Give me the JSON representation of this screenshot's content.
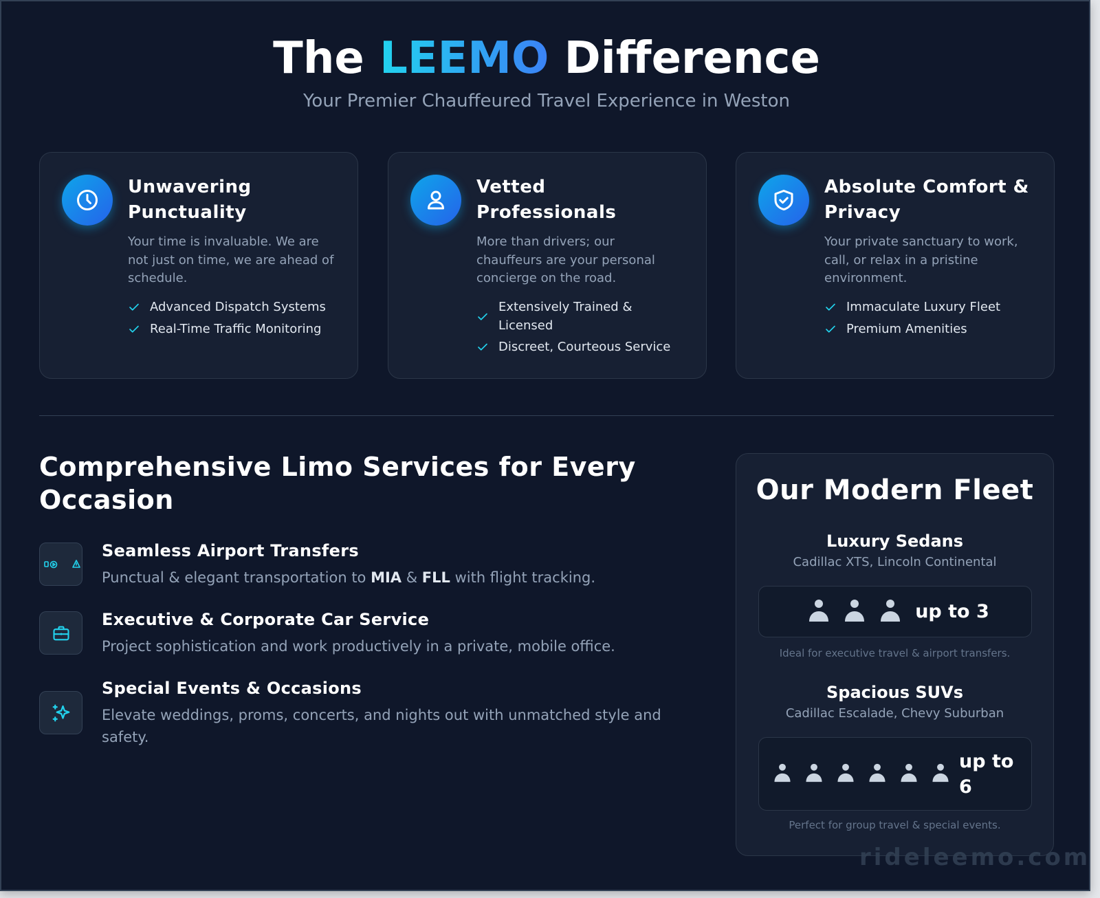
{
  "header": {
    "title_prefix": "The ",
    "title_brand": "LEEMO",
    "title_suffix": " Difference",
    "subtitle": "Your Premier Chauffeured Travel Experience in Weston"
  },
  "features": [
    {
      "icon": "clock-icon",
      "title": "Unwavering Punctuality",
      "description": "Your time is invaluable. We are not just on time, we are ahead of schedule.",
      "checks": [
        "Advanced Dispatch Systems",
        "Real-Time Traffic Monitoring"
      ]
    },
    {
      "icon": "user-icon",
      "title": "Vetted Professionals",
      "description": "More than drivers; our chauffeurs are your personal concierge on the road.",
      "checks": [
        "Extensively Trained & Licensed",
        "Discreet, Courteous Service"
      ]
    },
    {
      "icon": "shield-check-icon",
      "title": "Absolute Comfort & Privacy",
      "description": "Your private sanctuary to work, call, or relax in a pristine environment.",
      "checks": [
        "Immaculate Luxury Fleet",
        "Premium Amenities"
      ]
    }
  ],
  "services": {
    "title": "Comprehensive Limo Services for Every Occasion",
    "items": [
      {
        "icon": "airport-icon",
        "name": "Seamless Airport Transfers",
        "text_1": "Punctual & elegant transportation to ",
        "bold_1": "MIA",
        "text_2": " & ",
        "bold_2": "FLL",
        "text_3": " with flight tracking."
      },
      {
        "icon": "briefcase-icon",
        "name": "Executive & Corporate Car Service",
        "text": "Project sophistication and work productively in a private, mobile office."
      },
      {
        "icon": "sparkles-icon",
        "name": "Special Events & Occasions",
        "text": "Elevate weddings, proms, concerts, and nights out with unmatched style and safety."
      }
    ]
  },
  "fleet": {
    "title": "Our Modern Fleet",
    "vehicles": [
      {
        "name": "Luxury Sedans",
        "models": "Cadillac XTS, Lincoln Continental",
        "capacity_label": "up to 3",
        "passengers": 3,
        "note": "Ideal for executive travel & airport transfers."
      },
      {
        "name": "Spacious SUVs",
        "models": "Cadillac Escalade, Chevy Suburban",
        "capacity_label": "up to 6",
        "passengers": 6,
        "note": "Perfect for group travel & special events."
      }
    ]
  },
  "watermark": "rideleemo.com",
  "colors": {
    "background": "#0f172a",
    "card": "#172033",
    "accent_cyan": "#22d3ee",
    "accent_blue": "#3b82f6",
    "muted_text": "#94a3b8"
  }
}
